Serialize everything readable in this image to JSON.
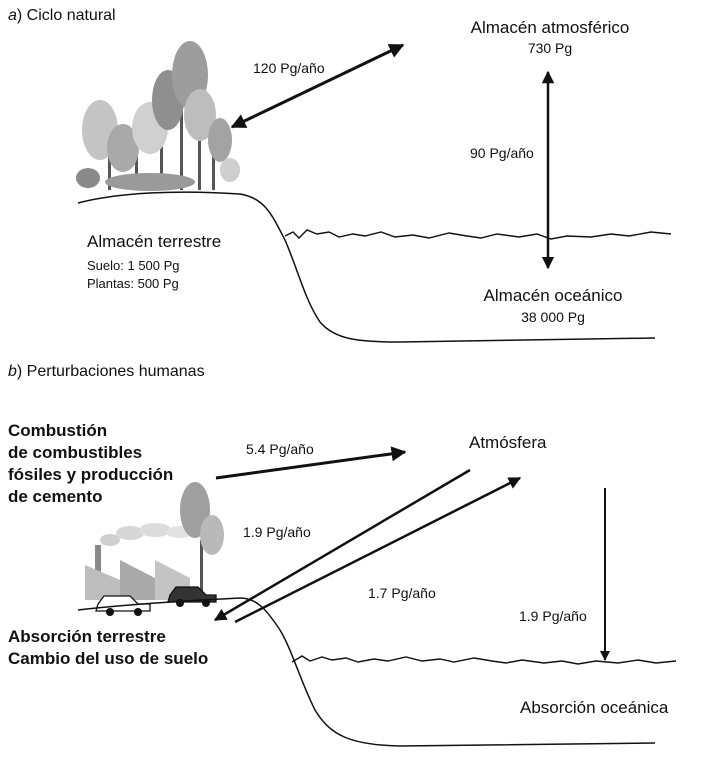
{
  "section_a": {
    "letter": "a",
    "title": ") Ciclo natural"
  },
  "section_b": {
    "letter": "b",
    "title": ") Perturbaciones humanas"
  },
  "natural": {
    "atmosphere_label": "Almacén atmosférico",
    "atmosphere_value": "730 Pg",
    "land_atm_flux": "120 Pg/año",
    "ocean_atm_flux": "90 Pg/año",
    "land_label": "Almacén terrestre",
    "soil": "Suelo: 1 500 Pg",
    "plants": "Plantas: 500 Pg",
    "ocean_label": "Almacén oceánico",
    "ocean_value": "38 000 Pg"
  },
  "human": {
    "combustion_lines": [
      "Combustión",
      "de combustibles",
      "fósiles y producción",
      "de cemento"
    ],
    "fossil_flux": "5.4 Pg/año",
    "atmosphere_label": "Atmósfera",
    "land_uptake_flux": "1.9 Pg/año",
    "land_use_flux": "1.7 Pg/año",
    "ocean_uptake_flux": "1.9 Pg/año",
    "land_uptake_label": "Absorción terrestre",
    "land_use_label": "Cambio del uso de suelo",
    "ocean_uptake_label": "Absorción oceánica"
  },
  "colors": {
    "line": "#111111",
    "foliage": "#b8b8b8",
    "foliage_dark": "#8a8a8a",
    "ground": "#444444"
  }
}
